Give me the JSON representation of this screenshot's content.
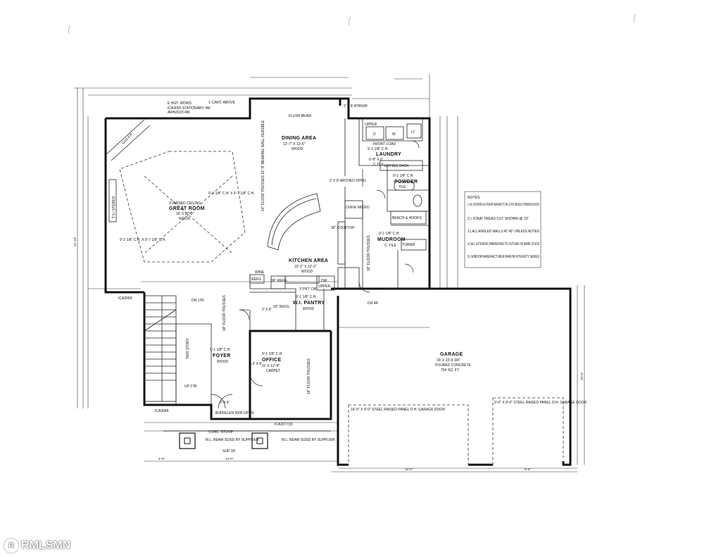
{
  "watermark": {
    "symbol": "R",
    "text": "RMLSMN"
  },
  "rooms": {
    "dining": {
      "name": "DINING AREA",
      "size": "12'-7\" X 13'-6\"",
      "floor": "WOOD"
    },
    "great": {
      "ceiling": "9' RAISED CEILING",
      "name": "GREAT ROOM",
      "size": "16' X 22'-9\"",
      "floor": "WOOD"
    },
    "kitchen": {
      "name": "KITCHEN AREA",
      "size": "15'-2\" X 12'-2\"",
      "floor": "WOOD"
    },
    "laundry": {
      "ch": "9'-1 1/8\" C.H.",
      "name": "LAUNDRY",
      "size": "6'-8\" X 6'",
      "floor": "C TILE",
      "front_load": "FRONT LOAD"
    },
    "powder": {
      "ch": "9'-1 1/8\" C.H.",
      "name": "POWDER",
      "floor": "TILE"
    },
    "mudroom": {
      "ch": "9'-1 1/8\" C.H.",
      "name": "MUDROOM",
      "floor": "C. TILE"
    },
    "pantry": {
      "ch": "9'-1 1/8\" C.H.",
      "name": "W.I. PANTRY",
      "floor": "WOOD"
    },
    "foyer": {
      "ch": "9'-1 1/8\" C.H.",
      "name": "FOYER",
      "floor": "WOOD"
    },
    "office": {
      "ch": "9'-1 1/8\" C.H.",
      "name": "OFFICE",
      "size": "11' X 12'-4\"",
      "floor": "CARPET"
    },
    "garage": {
      "name": "GARAGE",
      "size": "33' X 23'-8 3/4\"",
      "floor": "POURED CONCRETE",
      "area": "704 SQ. FT."
    }
  },
  "labels": {
    "flush_beam": "FLUSH BEAM",
    "cant_above": "1' CANT. ABOVE",
    "hgt_wdws": "E HGT. WDWS",
    "window_spec": "ICA3055 STATIONARY 4W",
    "window_spec2": "AWN2023 4W",
    "atrium": "2' X 8' ATRIUM",
    "upper": "UPPER",
    "d": "D",
    "w": "W",
    "lt": "LT",
    "drying_rack": "DRYING RACK",
    "bench_hooks": "BENCH & HOOKS",
    "tower": "TOWER",
    "arched": "3' X 8' ARCHED OPNG",
    "oven_micro": "OVEN/ MICRO",
    "cooktop": "36\" COOKTOP",
    "wine": "WINE",
    "refg": "REFG",
    "refg36": "36\" REFG.",
    "pkt_dr": "3' PKT. DR",
    "dw": "DW",
    "refg33": "33\" REFG.",
    "tv_stereo": "T.V./ STEREO",
    "gas_fp": "GAS F.P.",
    "great_ch": "9'-1 1/8\" C.H. X 9'-7 1/8\" C.H.",
    "great_ch2": "9'-1 1/8\" C.H. X 9'-7 1/8\" C.H.",
    "trusses_dining": "24\" FLOOR TRUSSES 16\" IF BEARING WALL FEASIBLE",
    "trusses_kitchen": "18\" FLOOR TRUSSES",
    "trusses_foyer": "18\" FLOOR TRUSSES",
    "trusses_office": "18\" FLOOR TRUSSES",
    "two_story": "TWO STORY",
    "dn17r": "DN 17R",
    "up17r": "UP 17R",
    "dn_r": "DN 4R",
    "bench": "BUFFELEN 5505 UP 1R",
    "conc_stoop": "CONC. STOOP",
    "ml_beam1": "M.L. BEAM SIZED BY SUPPLIER",
    "ml_beam2": "M.L. BEAM SIZED BY SUPPLIER",
    "sup1r": "SUP 1R",
    "door_2x8": "2' X 8'",
    "door_22x8": "2-2' X 8'",
    "door_3x8": "3' X 8'",
    "ica2059": "ICA2059",
    "ica3089": "ICA3089",
    "ica3077": "ICA3077(3)",
    "door_left": "16'-0\" X 9'-0\" STEEL RAISED PANEL O.H. GARAGE DOOR",
    "door_right": "9'-0\" X 8'-0\" STEEL RAISED PANEL O.H. GARAGE DOOR"
  },
  "notes": {
    "title": "NOTES:",
    "items": [
      "1.) ALL INTERIOR & EXTERIOR HEADERS TO BE 2-2X10 UNLESS OTHERWISE NOTED",
      "2.) STAIR TREAD CUT SHOWN @ 10\"",
      "3.) ALL ANGLED WALLS AT 45° UNLESS NOTED",
      "4.) ALL EXTERIOR DIMENSIONS TO OUTSIDE OF BARE STUDS",
      "5.) WINDOW MANUFACTURER MARVIN INTEGRITY SERIES"
    ]
  },
  "dims": {
    "overall_left": "42'-10\"",
    "garage_right": "33'-8\"",
    "bottom_a": "4'-6\"",
    "bottom_b": "13'-0\"",
    "bottom_c": "16'-0\"",
    "bottom_d": "9'-0\""
  }
}
